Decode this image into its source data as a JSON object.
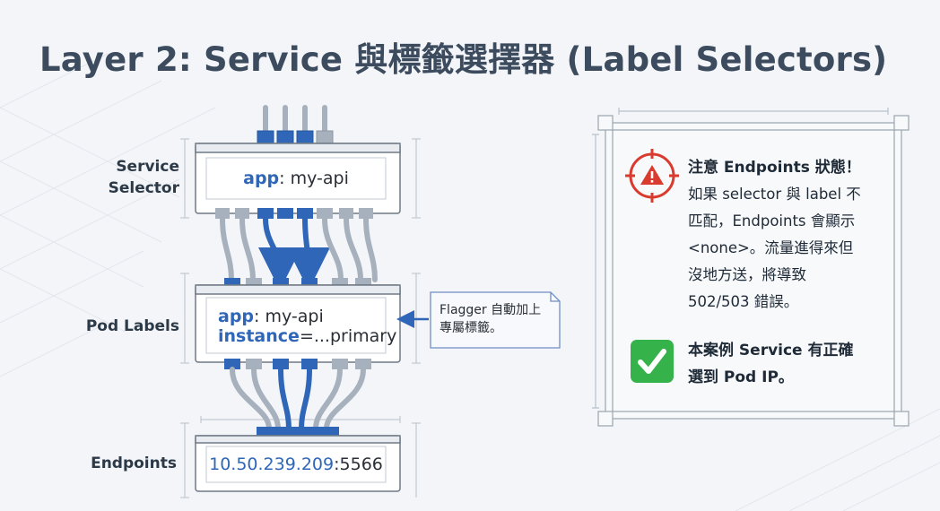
{
  "title": "Layer 2: Service 與標籤選擇器 (Label Selectors)",
  "rows": {
    "service": {
      "label_line1": "Service",
      "label_line2": "Selector",
      "key": "app",
      "value": ": my-api"
    },
    "pods": {
      "label": "Pod Labels",
      "line1_key": "app",
      "line1_value": ": my-api",
      "line2_key": "instance",
      "line2_value": "=...primary"
    },
    "endpoints": {
      "label": "Endpoints",
      "ip": "10.50.239.209",
      "port": ":5566"
    }
  },
  "callout": {
    "line1": "Flagger 自動加上",
    "line2": "專屬標籤。"
  },
  "warning": {
    "icon": "warning-crosshair-icon",
    "title": "注意 Endpoints 狀態！",
    "lines": [
      "如果 selector 與 label 不",
      "匹配，Endpoints 會顯示",
      "<none>。流量進得來但",
      "沒地方送，將導致",
      "502/503 錯誤。"
    ]
  },
  "success": {
    "icon": "check-mark-icon",
    "line1": "本案例 Service 有正確",
    "line2": "選到 Pod IP。"
  },
  "colors": {
    "accent_blue": "#2f66b8",
    "connector_gray": "#a7b1bd",
    "warning_red": "#d93b2f",
    "success_green": "#35b34a",
    "title_text": "#3c4b5e"
  }
}
